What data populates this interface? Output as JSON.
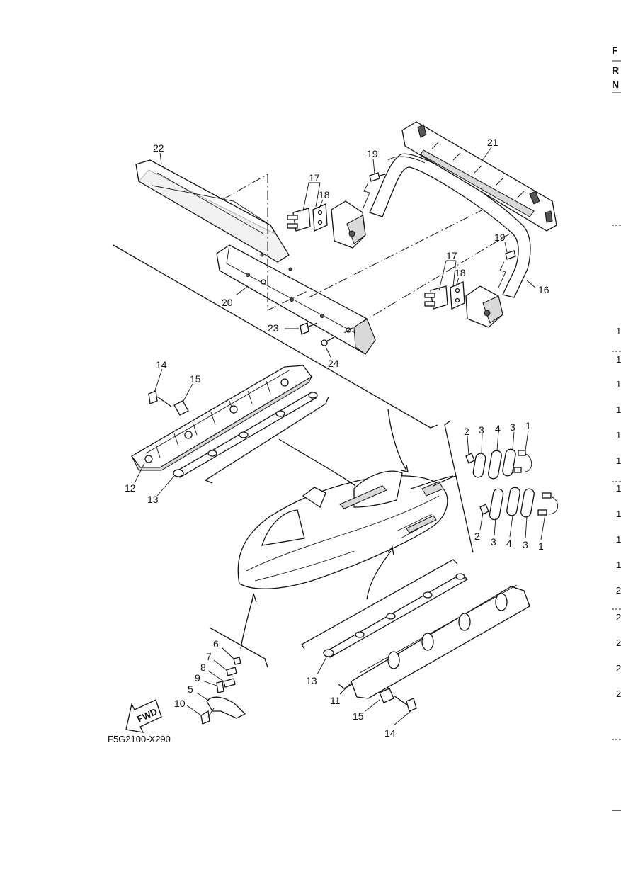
{
  "diagram_code": "F5G2100-X290",
  "fwd_label": "FWD",
  "right_edge": {
    "headers": [
      "F",
      "R",
      "N"
    ],
    "refs": [
      "1",
      "1",
      "1",
      "1",
      "1",
      "1",
      "1",
      "1",
      "1",
      "1",
      "2",
      "2",
      "2",
      "2",
      "2"
    ]
  },
  "callouts": {
    "c22": "22",
    "c19a": "19",
    "c21": "21",
    "c17a": "17",
    "c18a": "18",
    "c19b": "19",
    "c17b": "17",
    "c18b": "18",
    "c16": "16",
    "c20": "20",
    "c23": "23",
    "c24": "24",
    "c14a": "14",
    "c15a": "15",
    "c12": "12",
    "c13a": "13",
    "c2a": "2",
    "c3a": "3",
    "c4a": "4",
    "c3b": "3",
    "c1a": "1",
    "c2b": "2",
    "c3c": "3",
    "c4b": "4",
    "c3d": "3",
    "c1b": "1",
    "c6": "6",
    "c7": "7",
    "c8": "8",
    "c9": "9",
    "c5": "5",
    "c10": "10",
    "c13b": "13",
    "c11": "11",
    "c15b": "15",
    "c14b": "14"
  }
}
